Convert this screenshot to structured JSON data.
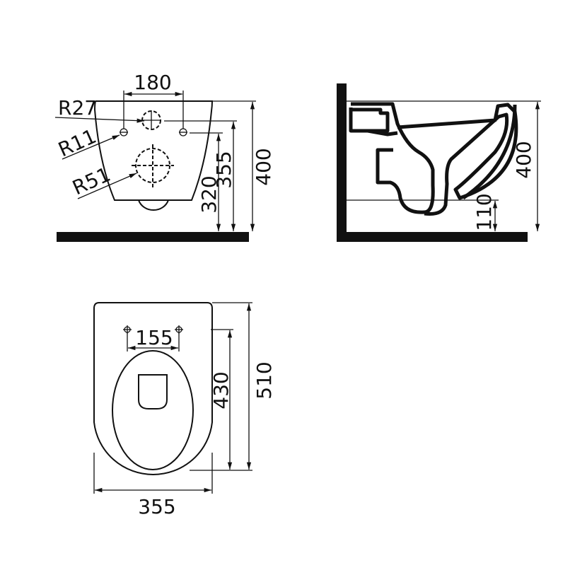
{
  "front_view": {
    "width_between_holes": "180",
    "radius_top_hole": "R27",
    "radius_fixing_holes": "R11",
    "radius_outlet": "R51",
    "height_fixing": "320",
    "height_top_hole": "355",
    "height_total": "400"
  },
  "side_view": {
    "height_total": "400",
    "height_outlet": "110"
  },
  "top_view": {
    "hole_spacing": "155",
    "length_inner": "430",
    "length_total": "510",
    "width": "355"
  },
  "colors": {
    "line": "#111111",
    "background": "#ffffff"
  }
}
